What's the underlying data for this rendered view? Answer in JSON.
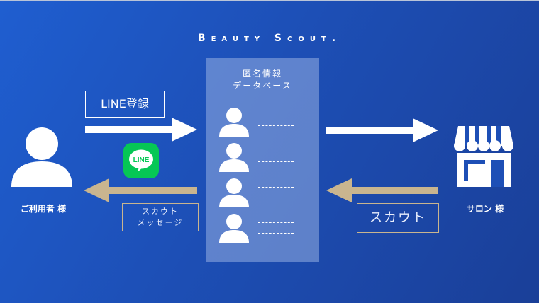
{
  "brand": {
    "title": "Beauty Scout."
  },
  "database": {
    "title_line1": "匿名情報",
    "title_line2": "データベース",
    "rows": 4
  },
  "left_actor": {
    "label": "ご利用者 様"
  },
  "right_actor": {
    "label": "サロン 様"
  },
  "labels": {
    "line_register": "LINE登録",
    "scout_message_line1": "スカウト",
    "scout_message_line2": "メッセージ",
    "scout": "スカウト",
    "line_logo_text": "LINE"
  },
  "colors": {
    "background": "#1d4fb6",
    "arrow_white": "#ffffff",
    "arrow_gold": "#c9b58f",
    "line_green": "#06c755"
  },
  "icons": [
    "user-icon",
    "store-icon",
    "line-logo-icon",
    "arrow-right-icon",
    "arrow-left-icon"
  ]
}
